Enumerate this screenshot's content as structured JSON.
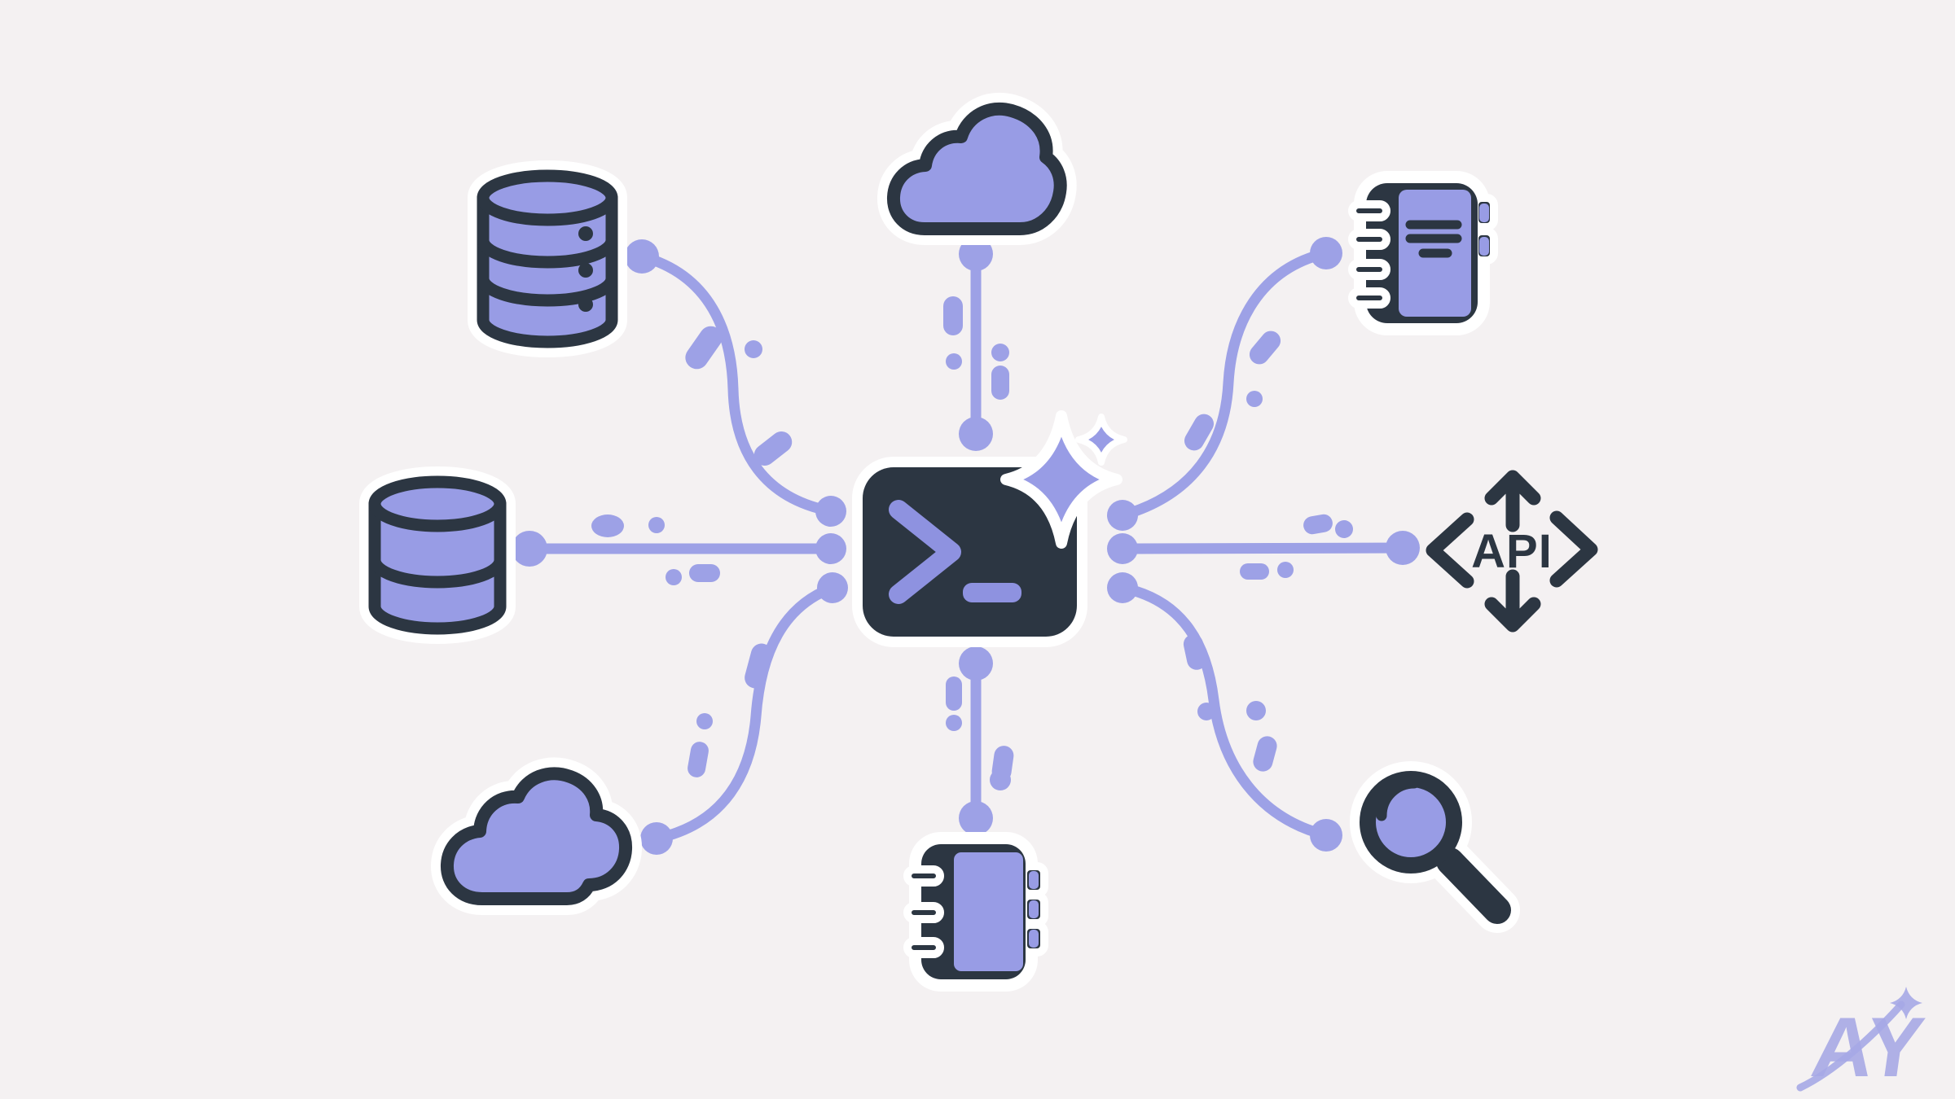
{
  "illustration": {
    "title": "terminal-integrations-diagram",
    "background": "#f4f1f2"
  },
  "palette": {
    "background": "#f4f1f2",
    "icon_fill_purple": "#989ce5",
    "connector_purple": "#9da1e6",
    "outline_dark": "#2c3642",
    "casing_white": "#ffffff",
    "watermark_purple": "#a6a8e5"
  },
  "center_node": {
    "id": "terminal",
    "icon": "terminal-sparkle-icon",
    "prompt_chevron": ">",
    "prompt_underscore": "_"
  },
  "nodes": [
    {
      "id": "database-stack",
      "icon": "database-stack-icon",
      "position": "top-left",
      "label": ""
    },
    {
      "id": "cloud-top",
      "icon": "cloud-icon",
      "position": "top-center",
      "label": ""
    },
    {
      "id": "notebook",
      "icon": "notebook-icon",
      "position": "top-right",
      "label": ""
    },
    {
      "id": "database",
      "icon": "database-icon",
      "position": "middle-left",
      "label": ""
    },
    {
      "id": "api",
      "icon": "api-icon",
      "position": "middle-right",
      "label": "API"
    },
    {
      "id": "cloud-bottom",
      "icon": "cloud-icon",
      "position": "bottom-left",
      "label": ""
    },
    {
      "id": "module",
      "icon": "module-icon",
      "position": "bottom-center",
      "label": ""
    },
    {
      "id": "search",
      "icon": "magnifier-icon",
      "position": "bottom-right",
      "label": ""
    }
  ],
  "connections": [
    {
      "from": "database-stack",
      "to": "terminal",
      "style": "curved"
    },
    {
      "from": "cloud-top",
      "to": "terminal",
      "style": "straight"
    },
    {
      "from": "notebook",
      "to": "terminal",
      "style": "curved"
    },
    {
      "from": "database",
      "to": "terminal",
      "style": "straight"
    },
    {
      "from": "terminal",
      "to": "api",
      "style": "straight"
    },
    {
      "from": "cloud-bottom",
      "to": "terminal",
      "style": "curved"
    },
    {
      "from": "terminal",
      "to": "module",
      "style": "straight"
    },
    {
      "from": "terminal",
      "to": "search",
      "style": "curved"
    }
  ],
  "watermark": {
    "text": "AY",
    "icon": "shooting-star-logo-icon"
  }
}
